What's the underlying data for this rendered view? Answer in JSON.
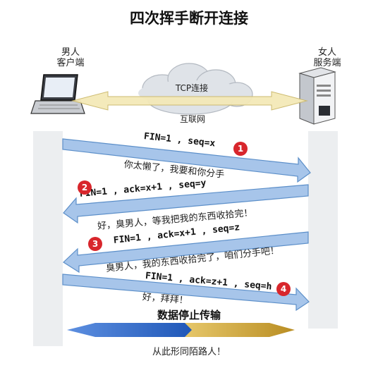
{
  "title": "四次挥手断开连接",
  "client": {
    "label_line1": "男人",
    "label_line2": "客户端"
  },
  "server": {
    "label_line1": "女人",
    "label_line2": "服务端"
  },
  "cloud": {
    "label": "TCP连接",
    "sub_label": "互联网"
  },
  "steps": [
    {
      "number": "1",
      "segment": "FIN=1 , seq=x",
      "speech": "你太懒了，我要和你分手"
    },
    {
      "number": "2",
      "segment": "FIN=1 , ack=x+1 , seq=y",
      "speech": "好，臭男人，等我把我的东西收拾完！"
    },
    {
      "number": "3",
      "segment": "FIN=1 , ack=x+1 , seq=z",
      "speech": "臭男人，我的东西收拾完了，咱们分手吧！"
    },
    {
      "number": "4",
      "segment": "FIN=1 , ack=z+1 , seq=h",
      "speech": "好，拜拜！"
    }
  ],
  "stop_label": "数据停止传输",
  "farewell": "从此形同陌路人！",
  "colors": {
    "lane": "#eceef0",
    "arrow_fill": "#a7c5ea",
    "arrow_stroke": "#5c8fc9",
    "badge": "#d8262c",
    "blue_arrow": "#2a63c7",
    "gold_arrow": "#caa33a",
    "cloud": "#dfe3e8",
    "double_arrow": "#f4e9b8"
  }
}
